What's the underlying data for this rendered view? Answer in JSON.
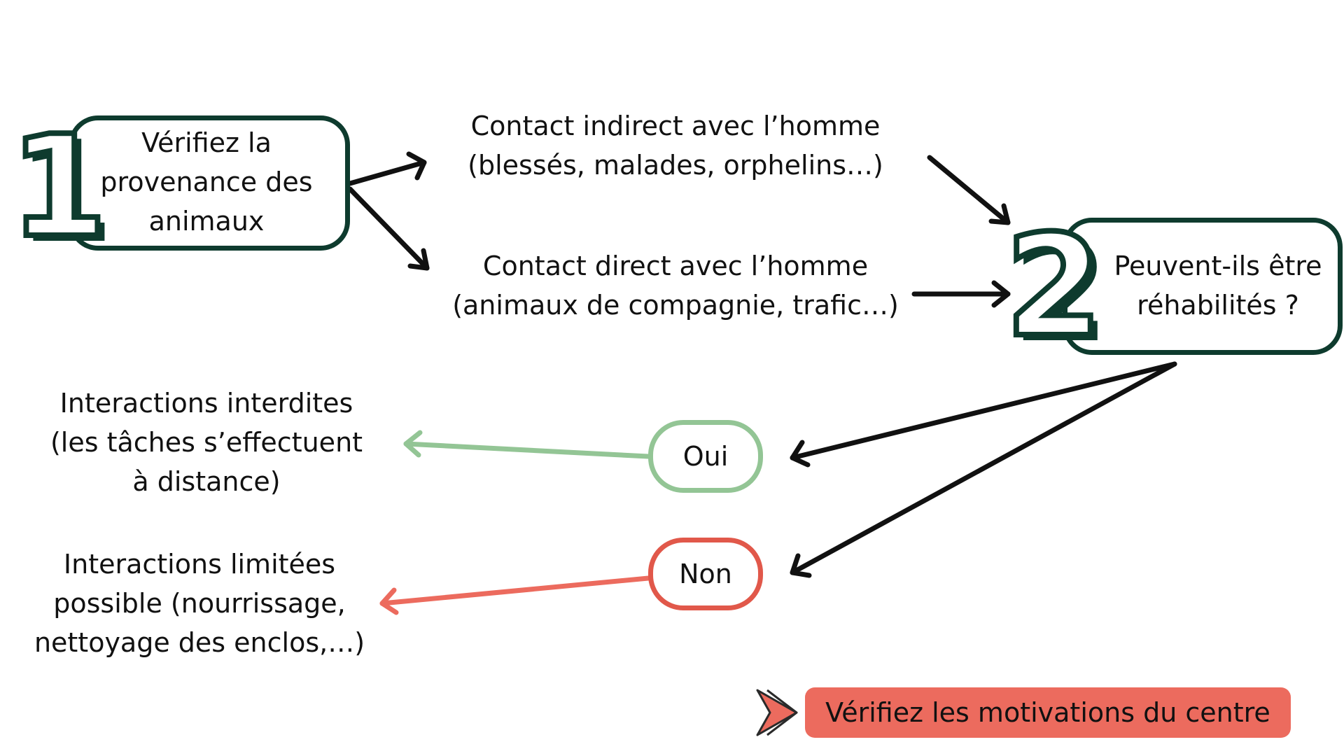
{
  "step1": {
    "number": "1",
    "lines": [
      "Vérifiez la",
      "provenance des",
      "animaux"
    ]
  },
  "branches": {
    "indirect": [
      "Contact indirect avec l’homme",
      "(blessés, malades, orphelins…)"
    ],
    "direct": [
      "Contact direct avec l’homme",
      "(animaux de compagnie, trafic…)"
    ]
  },
  "step2": {
    "number": "2",
    "lines": [
      "Peuvent-ils être",
      "réhabilités ?"
    ]
  },
  "answers": {
    "oui": "Oui",
    "non": "Non"
  },
  "outcomes": {
    "oui": [
      "Interactions interdites",
      "(les tâches s’effectuent",
      "à distance)"
    ],
    "non": [
      "Interactions limitées",
      "possible (nourrissage,",
      "nettoyage des enclos,…)"
    ]
  },
  "cta": {
    "label": "Vérifiez les motivations du centre",
    "icon": "double-chevron-right-icon"
  },
  "colors": {
    "dark_green": "#0e3b2e",
    "green": "#93c595",
    "red": "#e1584a",
    "coral": "#ec6b5e",
    "arrow": "#111111"
  }
}
